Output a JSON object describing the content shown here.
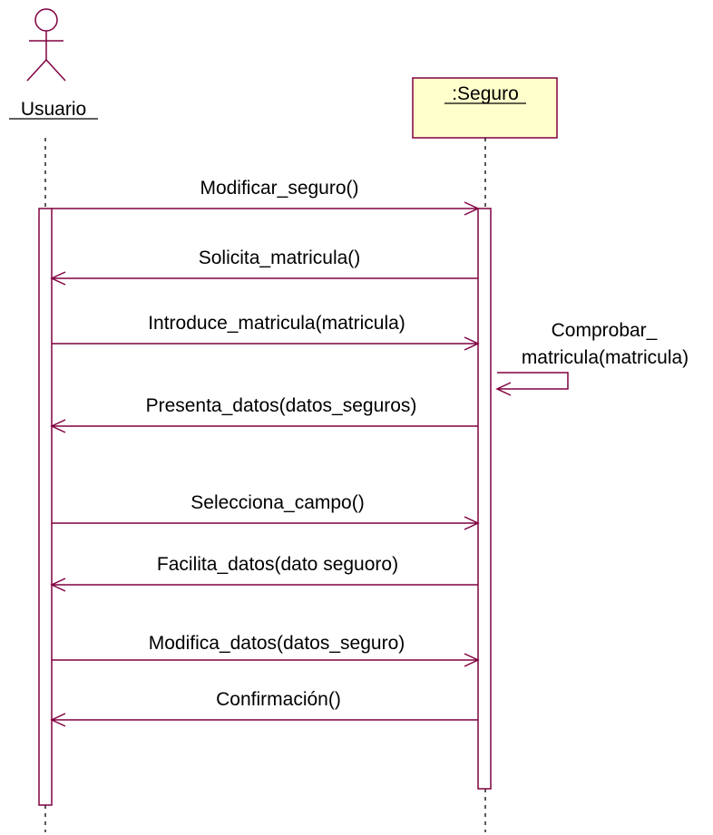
{
  "actor": {
    "name": "Usuario"
  },
  "object": {
    "name": ":Seguro"
  },
  "messages": [
    {
      "label": "Modificar_seguro()",
      "direction": "to-object"
    },
    {
      "label": "Solicita_matricula()",
      "direction": "to-actor"
    },
    {
      "label": "Introduce_matricula(matricula)",
      "direction": "to-object"
    },
    {
      "label": "Presenta_datos(datos_seguros)",
      "direction": "to-actor"
    },
    {
      "label": "Selecciona_campo()",
      "direction": "to-object"
    },
    {
      "label": "Facilita_datos(dato seguoro)",
      "direction": "to-actor"
    },
    {
      "label": "Modifica_datos(datos_seguro)",
      "direction": "to-object"
    },
    {
      "label": "Confirmación()",
      "direction": "to-actor"
    }
  ],
  "self_message": {
    "line1": "Comprobar_",
    "line2": "matricula(matricula)"
  },
  "colors": {
    "message_line": "#800040",
    "activation_border": "#800040",
    "object_fill": "#ffffcc",
    "object_border": "#800040",
    "lifeline": "#000000",
    "text": "#000000"
  }
}
